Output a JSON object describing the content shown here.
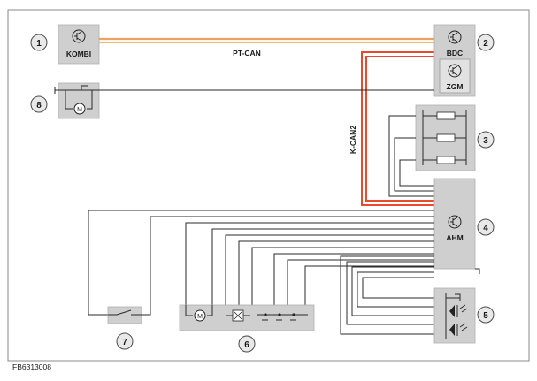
{
  "components": {
    "kombi": "KOMBI",
    "bdc": "BDC",
    "zgm": "ZGM",
    "ahm": "AHM"
  },
  "buses": {
    "pt_can": "PT-CAN",
    "k_can2": "K-CAN2"
  },
  "callouts": [
    "1",
    "2",
    "3",
    "4",
    "5",
    "6",
    "7",
    "8"
  ],
  "figure_code": "FB6313008",
  "colors": {
    "pt_can_a": "#f0a060",
    "pt_can_b": "#e8c080",
    "k_can2": "#e84a30",
    "module_fill": "#cfcfcf",
    "wire": "#2a2a2a"
  },
  "icons": {
    "control_unit": "transistor-symbol-icon",
    "motor": "motor-icon",
    "switch": "switch-icon",
    "fuse": "fuse-icon",
    "led": "led-icon",
    "lamp": "lamp-icon"
  }
}
